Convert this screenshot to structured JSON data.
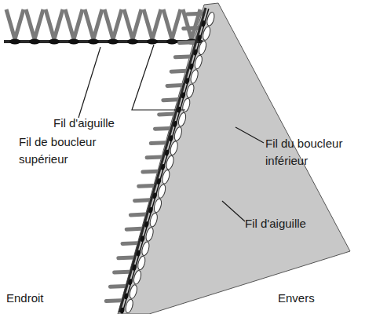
{
  "diagram": {
    "labels": [
      "Fil d'aiguille",
      "Fil de boucleur supérieur",
      "Fil du boucleur inférieur",
      "Fil d'aiguille",
      "Endroit",
      "Envers"
    ]
  }
}
